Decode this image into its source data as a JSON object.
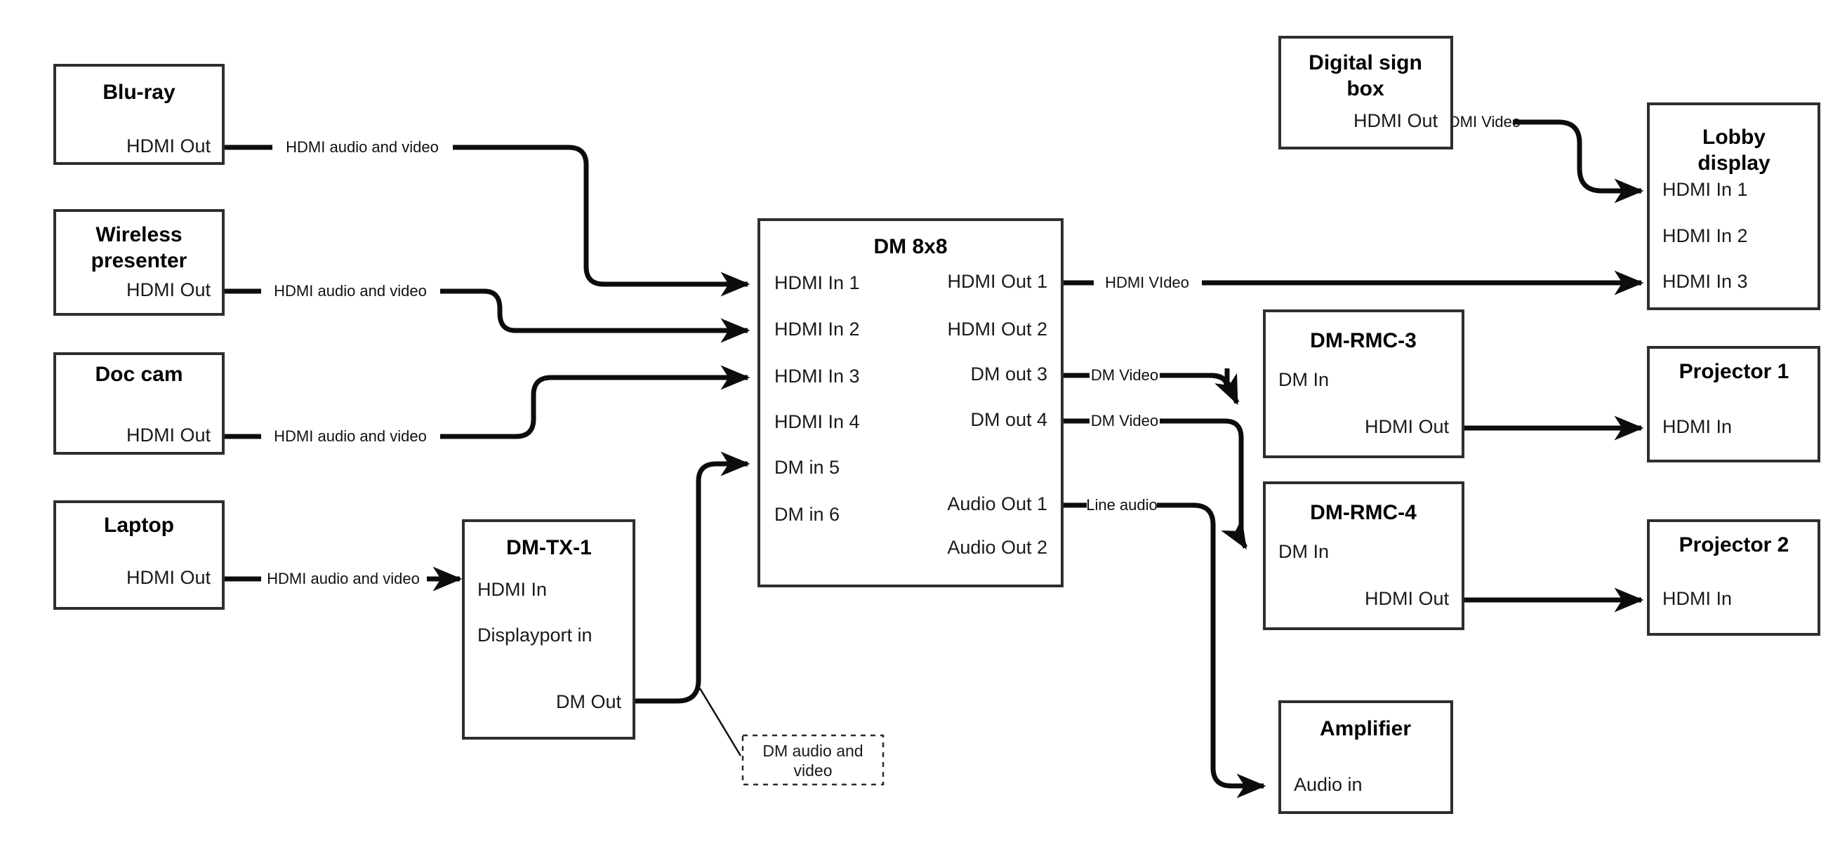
{
  "diagram": {
    "type": "signal-flow",
    "background_color": "#ffffff",
    "box_border_color": "#2e2e32",
    "wire_color": "#0c0c0c",
    "text_color": "#1a1a1a"
  },
  "nodes": {
    "bluray": {
      "title": "Blu-ray",
      "ports_right": [
        "HDMI Out"
      ]
    },
    "wireless": {
      "title": "Wireless",
      "title2": "presenter",
      "ports_right": [
        "HDMI Out"
      ]
    },
    "doccam": {
      "title": "Doc cam",
      "ports_right": [
        "HDMI Out"
      ]
    },
    "laptop": {
      "title": "Laptop",
      "ports_right": [
        "HDMI Out"
      ]
    },
    "dmtx1": {
      "title": "DM-TX-1",
      "ports_left": [
        "HDMI In",
        "Displayport in"
      ],
      "ports_right": [
        "DM Out"
      ]
    },
    "dm8x8": {
      "title": "DM 8x8",
      "ports_left": [
        "HDMI In 1",
        "HDMI In 2",
        "HDMI In 3",
        "HDMI In 4",
        "DM in 5",
        "DM in 6"
      ],
      "ports_right": [
        "HDMI Out 1",
        "HDMI Out 2",
        "DM out 3",
        "DM out 4",
        "Audio Out 1",
        "Audio Out 2"
      ]
    },
    "digitalsign": {
      "title": "Digital sign",
      "title2": "box",
      "ports_right": [
        "HDMI Out"
      ]
    },
    "lobbydisplay": {
      "title": "Lobby",
      "title2": "display",
      "ports_left": [
        "HDMI In 1",
        "HDMI In 2",
        "HDMI In 3"
      ]
    },
    "dmrmc3": {
      "title": "DM-RMC-3",
      "ports_left": [
        "DM In"
      ],
      "ports_right": [
        "HDMI Out"
      ]
    },
    "dmrmc4": {
      "title": "DM-RMC-4",
      "ports_left": [
        "DM In"
      ],
      "ports_right": [
        "HDMI Out"
      ]
    },
    "projector1": {
      "title": "Projector 1",
      "ports_left": [
        "HDMI In"
      ]
    },
    "projector2": {
      "title": "Projector 2",
      "ports_left": [
        "HDMI In"
      ]
    },
    "amplifier": {
      "title": "Amplifier",
      "ports_left": [
        "Audio in"
      ]
    }
  },
  "connections": [
    {
      "id": "bluray-to-in1",
      "from": "bluray.HDMI Out",
      "to": "dm8x8.HDMI In 1",
      "label": "HDMI audio and video"
    },
    {
      "id": "wireless-to-in2",
      "from": "wireless.HDMI Out",
      "to": "dm8x8.HDMI In 2",
      "label": "HDMI audio and video"
    },
    {
      "id": "doccam-to-in3",
      "from": "doccam.HDMI Out",
      "to": "dm8x8.HDMI In 3",
      "label": "HDMI audio and video"
    },
    {
      "id": "laptop-to-dmtx1",
      "from": "laptop.HDMI Out",
      "to": "dmtx1.HDMI In",
      "label": "HDMI audio and video"
    },
    {
      "id": "dmtx1-to-in5",
      "from": "dmtx1.DM Out",
      "to": "dm8x8.DM in 5",
      "label": "DM audio and video"
    },
    {
      "id": "hdmiout1-to-lobby3",
      "from": "dm8x8.HDMI Out 1",
      "to": "lobbydisplay.HDMI In 3",
      "label": "HDMI VIdeo"
    },
    {
      "id": "dmout3-to-rmc3",
      "from": "dm8x8.DM out 3",
      "to": "dmrmc3.DM In",
      "label": "DM Video"
    },
    {
      "id": "dmout4-to-rmc4",
      "from": "dm8x8.DM out 4",
      "to": "dmrmc4.DM In",
      "label": "DM Video"
    },
    {
      "id": "audioout1-to-amp",
      "from": "dm8x8.Audio Out 1",
      "to": "amplifier.Audio in",
      "label": "Line audio"
    },
    {
      "id": "sign-to-lobby1",
      "from": "digitalsign.HDMI Out",
      "to": "lobbydisplay.HDMI In 1",
      "label": "HDMI Video"
    },
    {
      "id": "rmc3-to-proj1",
      "from": "dmrmc3.HDMI Out",
      "to": "projector1.HDMI In",
      "label": ""
    },
    {
      "id": "rmc4-to-proj2",
      "from": "dmrmc4.HDMI Out",
      "to": "projector2.HDMI In",
      "label": ""
    }
  ],
  "callout": {
    "line1": "DM audio and",
    "line2": "video"
  }
}
